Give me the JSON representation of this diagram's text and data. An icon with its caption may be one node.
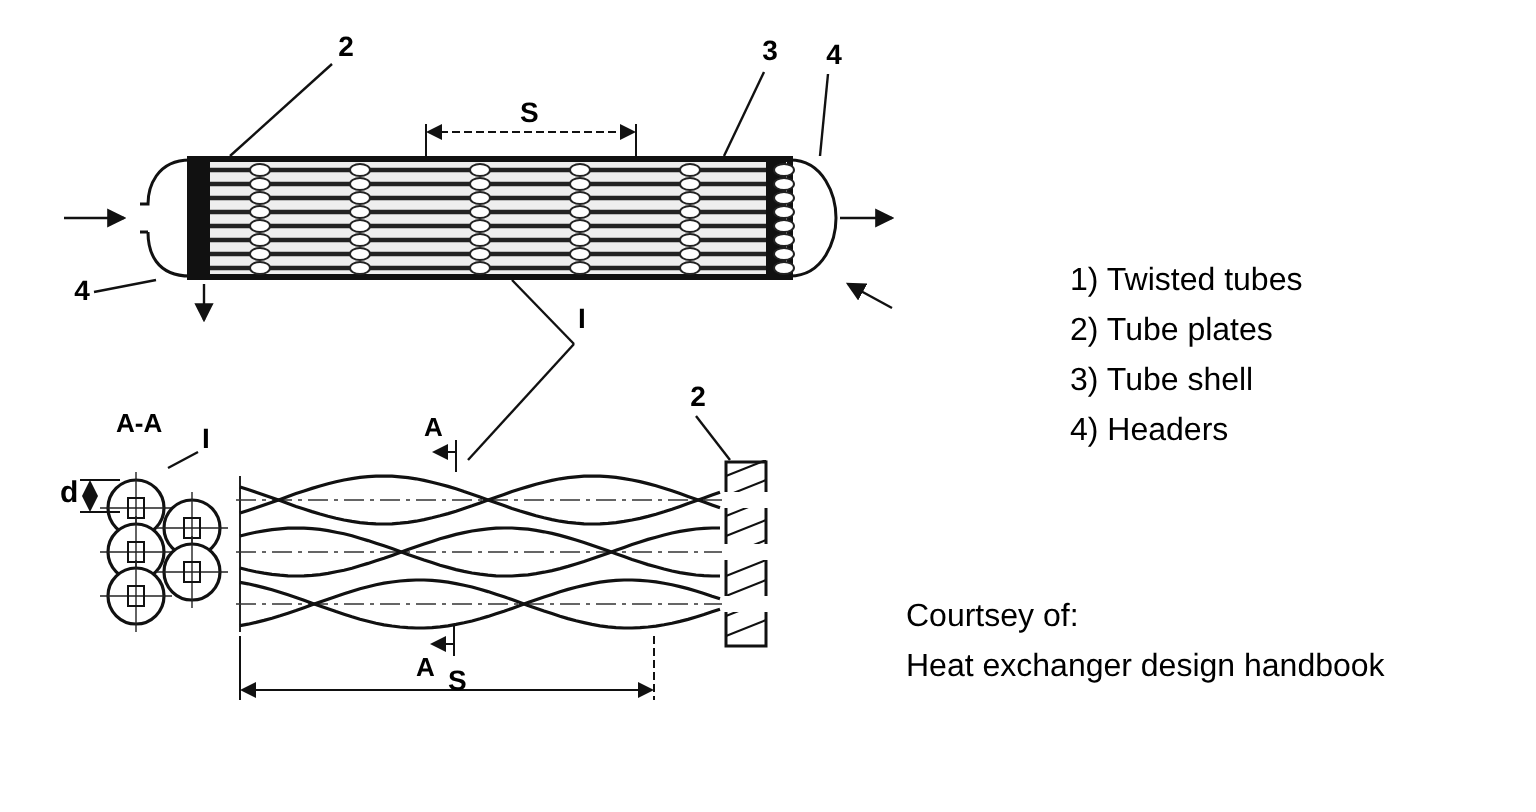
{
  "diagram": {
    "nodes": [
      {
        "text": [
          "2"
        ]
      },
      {
        "text": [
          "3"
        ]
      },
      {
        "text": [
          "4"
        ]
      },
      {
        "text": [
          "4"
        ]
      },
      {
        "text": [
          "I"
        ]
      },
      {
        "text": [
          "I"
        ]
      },
      {
        "text": [
          "2"
        ]
      },
      {
        "text": [],
        "shape": "picture"
      },
      {
        "text": [],
        "shape": "picture"
      },
      {
        "text": [],
        "shape": "picture"
      }
    ],
    "edges": [
      {
        "from": 0,
        "to": 7,
        "arrow": "none"
      },
      {
        "from": 1,
        "to": 7,
        "arrow": "none"
      },
      {
        "from": 2,
        "to": 7,
        "arrow": "none"
      },
      {
        "from": 3,
        "to": 7,
        "arrow": "none"
      },
      {
        "from": 4,
        "to": 7,
        "arrow": "none"
      },
      {
        "from": 4,
        "to": 8,
        "arrow": "none"
      },
      {
        "from": 5,
        "to": 9,
        "arrow": "none"
      },
      {
        "from": 6,
        "to": 8,
        "arrow": "none"
      }
    ],
    "labels": [
      "S",
      "A-A",
      "d",
      "A",
      "A",
      "S",
      "1) Twisted tubes",
      "2) Tube plates",
      "3) Tube shell",
      "4) Headers",
      "Courtsey of:",
      "Heat exchanger design handbook"
    ]
  }
}
